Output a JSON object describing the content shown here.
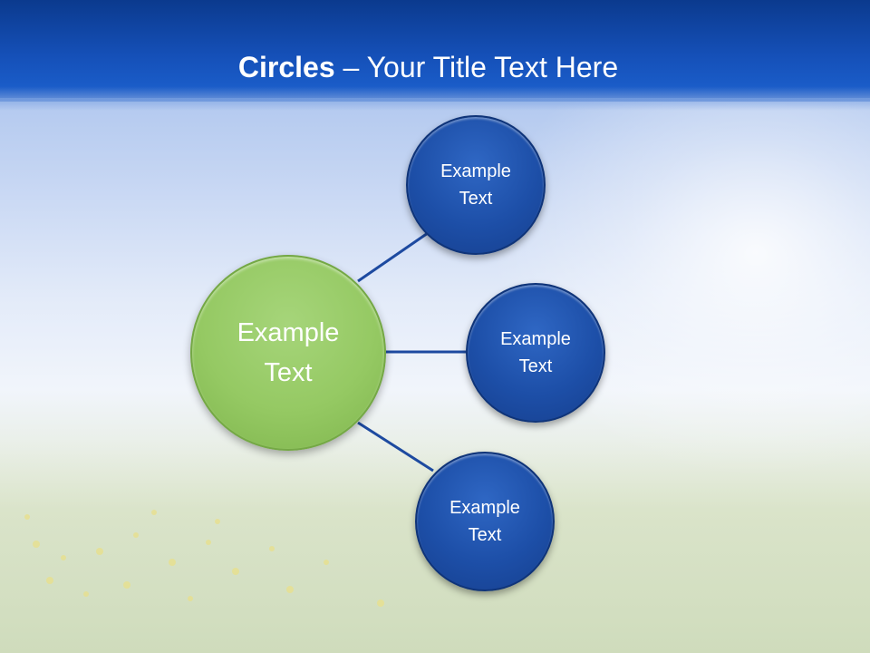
{
  "slide": {
    "title_bold": "Circles",
    "title_rest": " – Your Title Text Here"
  },
  "diagram": {
    "hub": {
      "label_line1": "Example",
      "label_line2": "Text"
    },
    "nodes": [
      {
        "label_line1": "Example",
        "label_line2": "Text"
      },
      {
        "label_line1": "Example",
        "label_line2": "Text"
      },
      {
        "label_line1": "Example",
        "label_line2": "Text"
      }
    ]
  },
  "colors": {
    "title_bar": "#1550b8",
    "node_blue": "#1d4fa8",
    "hub_green": "#95c963",
    "connector": "#1d4aa0"
  }
}
